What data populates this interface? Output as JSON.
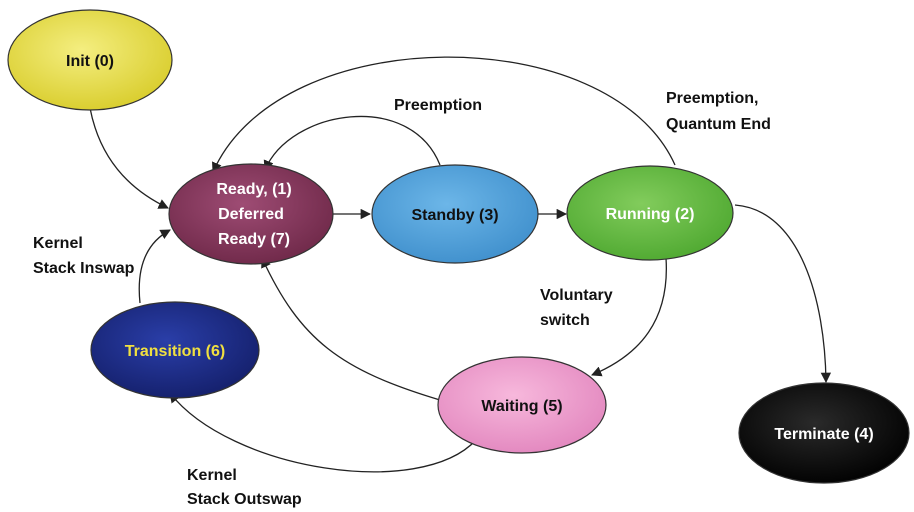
{
  "colors": {
    "init": "#e8e04a",
    "ready": "#8a3a60",
    "standby": "#56a6dc",
    "running": "#6abf45",
    "transition": "#1d2f8c",
    "waiting": "#ee9fcf",
    "terminate": "#111111",
    "edge": "#222222"
  },
  "states": {
    "init": {
      "label": "Init (0)",
      "text_color": "#111111"
    },
    "ready": {
      "lines": [
        "Ready, (1)",
        "Deferred",
        "Ready (7)"
      ],
      "text_color": "#ffffff"
    },
    "standby": {
      "label": "Standby (3)",
      "text_color": "#111111"
    },
    "running": {
      "label": "Running (2)",
      "text_color": "#ffffff"
    },
    "transition": {
      "label": "Transition (6)",
      "text_color": "#f0e040"
    },
    "waiting": {
      "label": "Waiting (5)",
      "text_color": "#111111"
    },
    "terminate": {
      "label": "Terminate (4)",
      "text_color": "#ffffff"
    }
  },
  "edge_labels": {
    "preemption": "Preemption",
    "preemption_quantum": [
      "Preemption,",
      "Quantum End"
    ],
    "kernel_inswap": [
      "Kernel",
      "Stack Inswap"
    ],
    "voluntary_switch": [
      "Voluntary",
      "switch"
    ],
    "kernel_outswap": [
      "Kernel",
      "Stack Outswap"
    ]
  }
}
